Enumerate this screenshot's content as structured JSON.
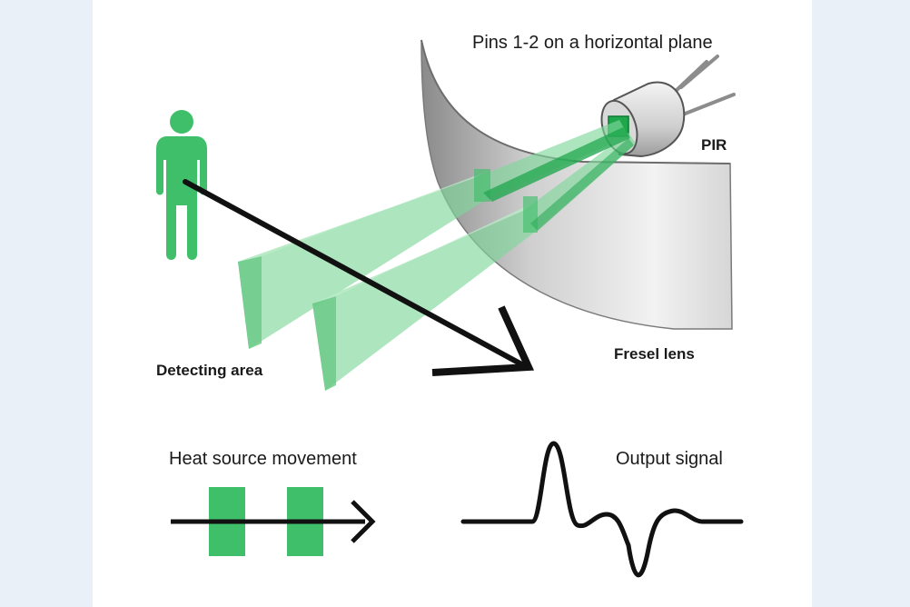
{
  "labels": {
    "pins": "Pins 1-2 on a horizontal plane",
    "pir": "PIR",
    "detecting_area": "Detecting area",
    "lens": "Fresel lens",
    "heat_source": "Heat source movement",
    "output_signal": "Output signal"
  },
  "colors": {
    "page_background": "#e9f0f8",
    "panel": "#ffffff",
    "green": "#3fbf6a",
    "beam": "#7fd79a",
    "beam_dark": "#21a84f",
    "lens_grey": "#c9c9c9",
    "ink": "#111111"
  },
  "icons": {
    "person": "person-icon",
    "sensor": "pir-sensor-icon"
  }
}
